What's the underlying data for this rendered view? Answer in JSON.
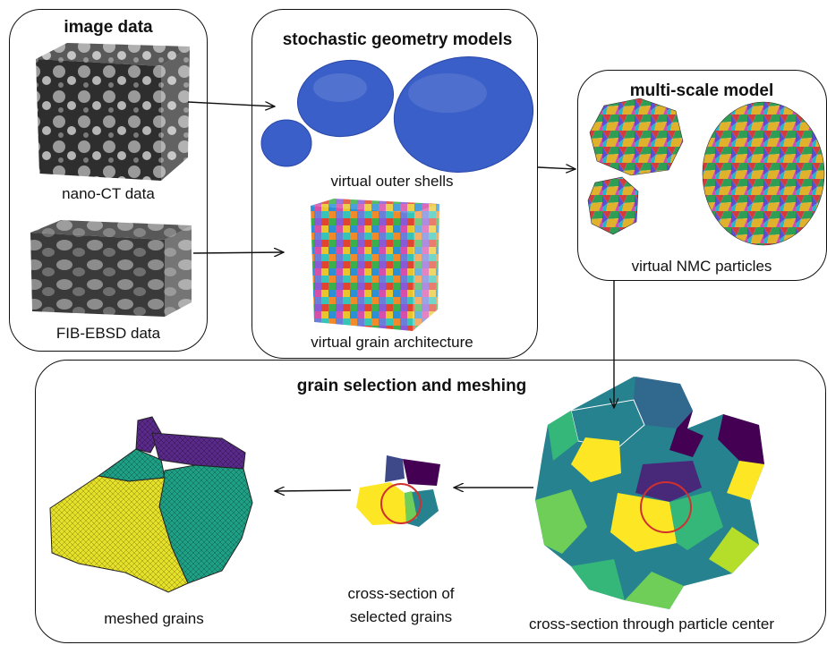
{
  "panels": {
    "image_data": {
      "title": "image data",
      "nano_ct_caption": "nano-CT data",
      "fib_ebsd_caption": "FIB-EBSD data"
    },
    "stochastic": {
      "title": "stochastic geometry models",
      "shells_caption": "virtual outer shells",
      "grain_caption": "virtual grain architecture"
    },
    "multiscale": {
      "title": "multi-scale model",
      "particles_caption": "virtual NMC particles"
    },
    "meshing": {
      "title": "grain selection and meshing",
      "cross_section_caption": "cross-section through particle center",
      "selected_caption_line1": "cross-section of",
      "selected_caption_line2": "selected grains",
      "meshed_caption": "meshed grains"
    }
  },
  "colors": {
    "border": "#111111",
    "shell_blue": "#3a5fc8",
    "highlight_circle": "#d03030",
    "viridis": [
      "#fde725",
      "#b5de2b",
      "#6ece58",
      "#35b779",
      "#1f9e89",
      "#26828e",
      "#31688e",
      "#3e4989",
      "#482878",
      "#440154"
    ]
  }
}
